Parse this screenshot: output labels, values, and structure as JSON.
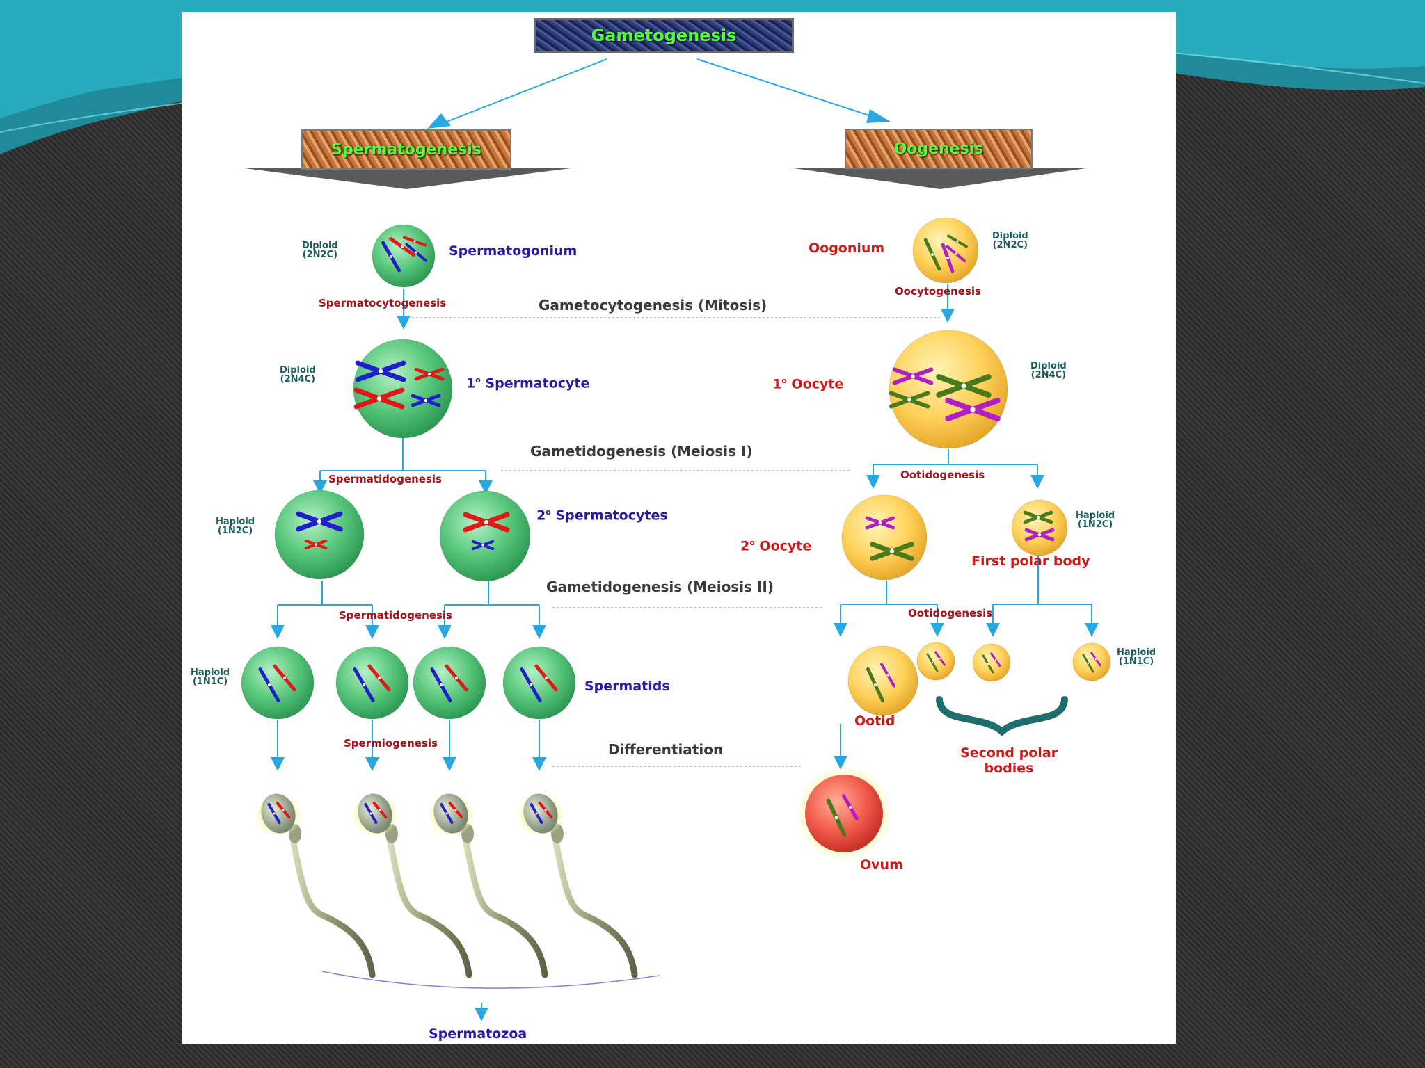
{
  "title": "Gametogenesis",
  "branches": {
    "left": "Spermatogenesis",
    "right": "Oogenesis"
  },
  "stages": {
    "mitosis": "Gametocytogenesis (Mitosis)",
    "meiosis1": "Gametidogenesis (Meiosis I)",
    "meiosis2": "Gametidogenesis (Meiosis II)",
    "differentiation": "Differentiation"
  },
  "male": {
    "spermatogonium": "Spermatogonium",
    "spermatogonium_ploidy": [
      "Diploid",
      "(2N2C)"
    ],
    "spermatocytogenesis": "Spermatocytogenesis",
    "primary_prefix": "1",
    "primary_sup": "o",
    "primary_label": "Spermatocyte",
    "primary_ploidy": [
      "Diploid",
      "(2N4C)"
    ],
    "spermatidogenesis_1": "Spermatidogenesis",
    "secondary_prefix": "2",
    "secondary_sup": "o",
    "secondary_label": "Spermatocytes",
    "secondary_ploidy": [
      "Haploid",
      "(1N2C)"
    ],
    "spermatidogenesis_2": "Spermatidogenesis",
    "spermatids": "Spermatids",
    "spermatid_ploidy": [
      "Haploid",
      "(1N1C)"
    ],
    "spermiogenesis": "Spermiogenesis",
    "spermatozoa": "Spermatozoa"
  },
  "female": {
    "oogonium": "Oogonium",
    "oogonium_ploidy": [
      "Diploid",
      "(2N2C)"
    ],
    "oocytogenesis": "Oocytogenesis",
    "primary_prefix": "1",
    "primary_sup": "o",
    "primary_label": "Oocyte",
    "primary_ploidy": [
      "Diploid",
      "(2N4C)"
    ],
    "ootidogenesis_1": "Ootidogenesis",
    "secondary_prefix": "2",
    "secondary_sup": "o",
    "secondary_label": "Oocyte",
    "first_polar_body": "First polar body",
    "polar_ploidy": [
      "Haploid",
      "(1N2C)"
    ],
    "ootidogenesis_2": "Ootidogenesis",
    "second_polar_ploidy": [
      "Haploid",
      "(1N1C)"
    ],
    "ootid": "Ootid",
    "second_polar_bodies": [
      "Second polar",
      "bodies"
    ],
    "ovum": "Ovum"
  },
  "colors": {
    "arrow": "#29a8e0",
    "male_cell": "#5cc97f",
    "female_cell": "#ffd25a",
    "ovum": "#f25a4a",
    "chrom_blue": "#2020c8",
    "chrom_red": "#e01818",
    "chrom_green": "#4a7a1c",
    "chrom_magenta": "#b020c0",
    "brace": "#1f6e6e"
  }
}
